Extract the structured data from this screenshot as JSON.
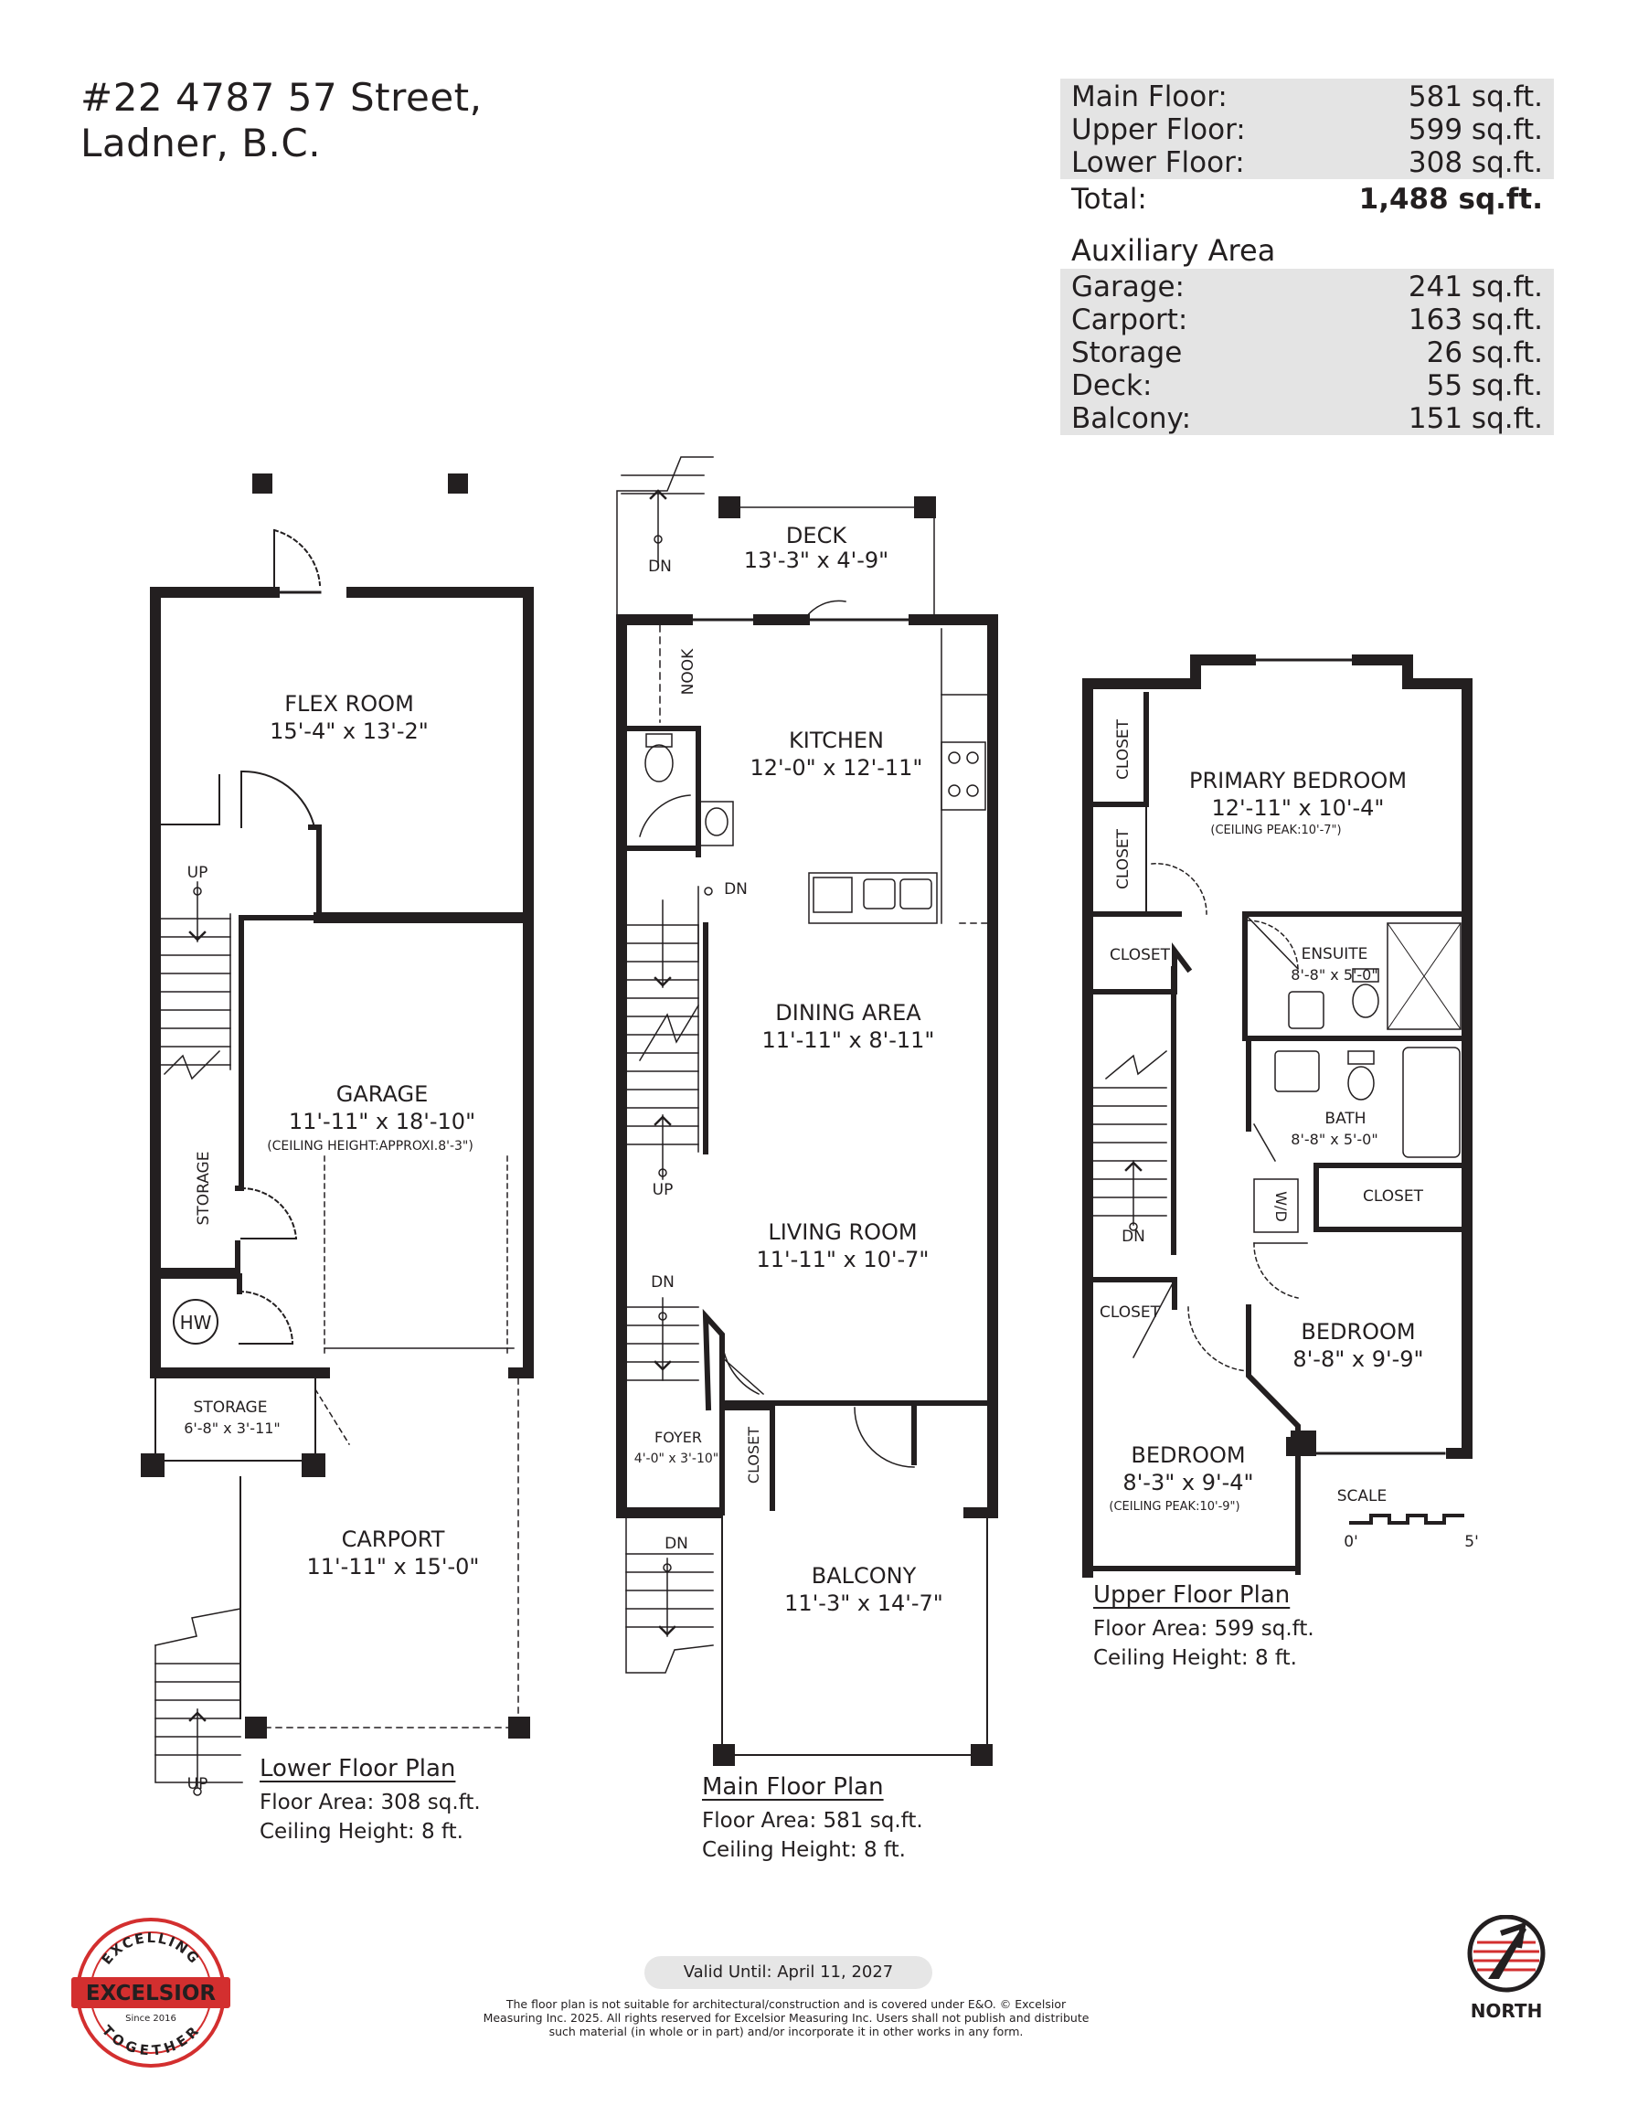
{
  "address": {
    "line1": "#22 4787 57 Street,",
    "line2": "Ladner, B.C."
  },
  "area_summary": {
    "rows": [
      {
        "label": "Main Floor:",
        "value": "581 sq.ft."
      },
      {
        "label": "Upper Floor:",
        "value": "599 sq.ft."
      },
      {
        "label": "Lower Floor:",
        "value": "308 sq.ft."
      }
    ],
    "total": {
      "label": "Total:",
      "value": "1,488 sq.ft."
    }
  },
  "auxiliary": {
    "title": "Auxiliary Area",
    "rows": [
      {
        "label": "Garage:",
        "value": "241 sq.ft."
      },
      {
        "label": "Carport:",
        "value": "163 sq.ft."
      },
      {
        "label": "Storage",
        "value": "26 sq.ft."
      },
      {
        "label": "Deck:",
        "value": "55 sq.ft."
      },
      {
        "label": "Balcony:",
        "value": "151 sq.ft."
      }
    ]
  },
  "lower": {
    "title": "Lower Floor Plan",
    "area": "Floor Area: 308 sq.ft.",
    "ceiling": "Ceiling Height: 8 ft.",
    "flex_name": "FLEX ROOM",
    "flex_dim": "15'-4\" x 13'-2\"",
    "garage_name": "GARAGE",
    "garage_dim": "11'-11\" x 18'-10\"",
    "garage_note": "(CEILING HEIGHT:APPROXI.8'-3\")",
    "storage_v": "STORAGE",
    "hw": "HW",
    "storage_name": "STORAGE",
    "storage_dim": "6'-8\" x 3'-11\"",
    "carport_name": "CARPORT",
    "carport_dim": "11'-11\" x 15'-0\"",
    "up1": "UP",
    "up2": "UP"
  },
  "main": {
    "title": "Main Floor Plan",
    "area": "Floor Area: 581 sq.ft.",
    "ceiling": "Ceiling Height: 8 ft.",
    "deck_name": "DECK",
    "deck_dim": "13'-3\" x 4'-9\"",
    "nook": "NOOK",
    "kitchen_name": "KITCHEN",
    "kitchen_dim": "12'-0\" x 12'-11\"",
    "dining_name": "DINING AREA",
    "dining_dim": "11'-11\" x 8'-11\"",
    "living_name": "LIVING ROOM",
    "living_dim": "11'-11\" x 10'-7\"",
    "foyer_name": "FOYER",
    "foyer_dim": "4'-0\" x 3'-10\"",
    "closet": "CLOSET",
    "balcony_name": "BALCONY",
    "balcony_dim": "11'-3\" x 14'-7\"",
    "dn1": "DN",
    "dn2": "DN",
    "dn3": "DN",
    "dn4": "DN",
    "up": "UP"
  },
  "upper": {
    "title": "Upper Floor Plan",
    "area": "Floor Area: 599 sq.ft.",
    "ceiling": "Ceiling Height: 8 ft.",
    "primary_name": "PRIMARY BEDROOM",
    "primary_dim": "12'-11\" x 10'-4\"",
    "primary_note": "(CEILING PEAK:10'-7\")",
    "closet": "CLOSET",
    "ensuite_name": "ENSUITE",
    "ensuite_dim": "8'-8\" x 5'-0\"",
    "bath_name": "BATH",
    "bath_dim": "8'-8\" x 5'-0\"",
    "wd": "W/D",
    "dn": "DN",
    "bed2_name": "BEDROOM",
    "bed2_dim": "8'-8\" x 9'-9\"",
    "bed3_name": "BEDROOM",
    "bed3_dim": "8'-3\" x 9'-4\"",
    "bed3_note": "(CEILING PEAK:10'-9\")",
    "scale": "SCALE",
    "scale_min": "0'",
    "scale_max": "5'"
  },
  "footer": {
    "valid": "Valid Until: April 11, 2027",
    "disclaimer": "The floor plan is not suitable for architectural/construction and is covered under E&O. © Excelsior Measuring Inc. 2025. All rights reserved for Excelsior Measuring Inc. Users shall not publish and distribute such material (in whole or in part) and/or incorporate it in other works in any form.",
    "logo_text": "EXCELSIOR",
    "logo_top": "EXCELLING",
    "logo_bottom": "TOGETHER",
    "logo_since": "Since 2016",
    "north": "NORTH"
  },
  "colors": {
    "wall": "#231f20",
    "shade": "#e4e4e4",
    "logo_red": "#d32f2f"
  }
}
